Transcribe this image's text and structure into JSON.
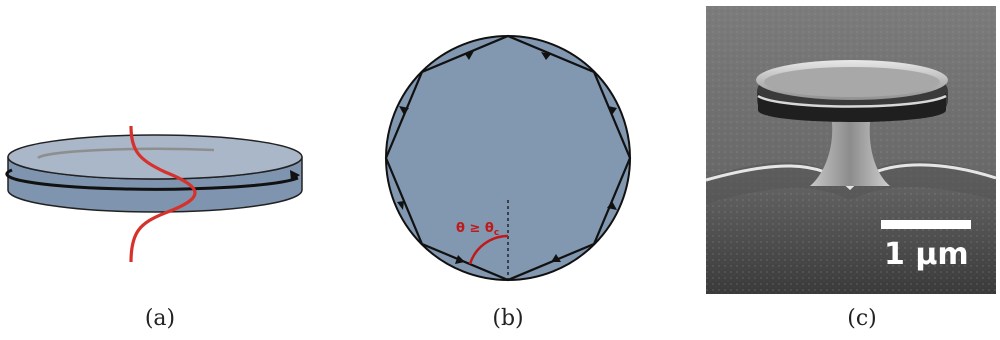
{
  "captions": {
    "a": "(a)",
    "b": "(b)",
    "c": "(c)"
  },
  "panel_b": {
    "angle_label": "θ ≥ θ",
    "angle_subscript": "c"
  },
  "panel_c": {
    "scale_bar_label": "1 μm"
  },
  "colors": {
    "disk_top": "#a7b5c8",
    "disk_side": "#7f94ae",
    "mode_profile": "#d6322b",
    "circle_fill": "#8297b0",
    "ray": "#111111",
    "angle_arc": "#c0191a"
  }
}
